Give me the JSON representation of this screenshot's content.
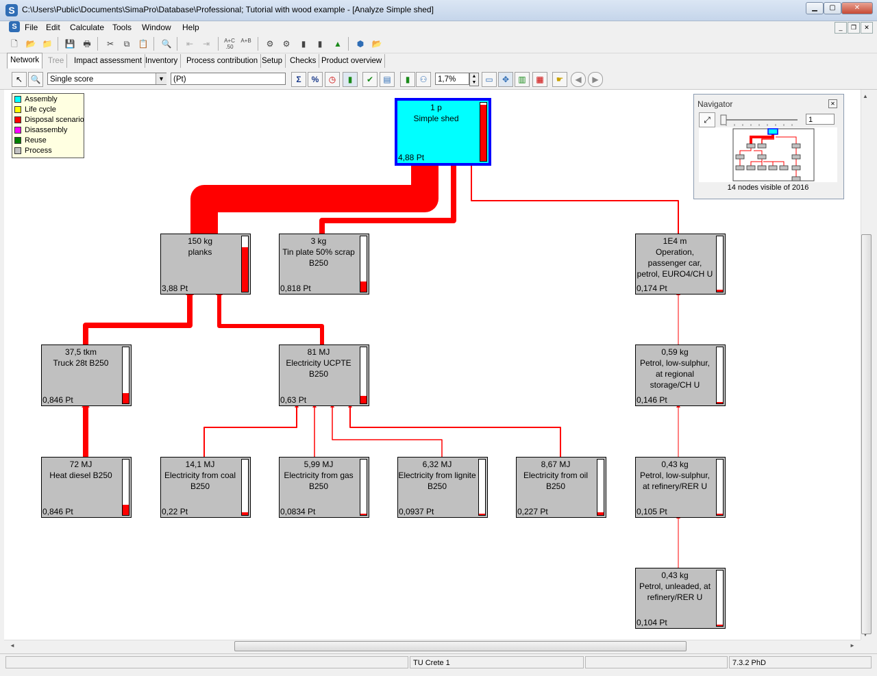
{
  "window": {
    "title": "C:\\Users\\Public\\Documents\\SimaPro\\Database\\Professional; Tutorial with wood example - [Analyze Simple shed]",
    "app_icon": "S"
  },
  "menu": [
    "File",
    "Edit",
    "Calculate",
    "Tools",
    "Window",
    "Help"
  ],
  "tabs": [
    {
      "label": "Network",
      "active": true
    },
    {
      "label": "Tree",
      "disabled": true
    },
    {
      "label": "Impact assessment"
    },
    {
      "label": "Inventory"
    },
    {
      "label": "Process contribution"
    },
    {
      "label": "Setup"
    },
    {
      "label": "Checks"
    },
    {
      "label": "Product overview"
    }
  ],
  "toolbar2": {
    "score_type": "Single score",
    "unit": "(Pt)",
    "cutoff": "1,7%"
  },
  "legend": [
    {
      "label": "Assembly",
      "color": "#00ffff"
    },
    {
      "label": "Life cycle",
      "color": "#ffff00"
    },
    {
      "label": "Disposal scenario",
      "color": "#ff0000"
    },
    {
      "label": "Disassembly",
      "color": "#ff00ff"
    },
    {
      "label": "Reuse",
      "color": "#008000"
    },
    {
      "label": "Process",
      "color": "#c0c0c0"
    }
  ],
  "nodes": {
    "simple_shed": {
      "qty": "1 p",
      "name": "Simple shed",
      "score": "4,88 Pt",
      "fill": 0.97
    },
    "planks": {
      "qty": "150 kg",
      "name": "planks",
      "score": "3,88 Pt",
      "fill": 0.8
    },
    "tin_plate": {
      "qty": "3 kg",
      "name": "Tin plate 50% scrap B250",
      "score": "0,818 Pt",
      "fill": 0.18
    },
    "operation_car": {
      "qty": "1E4 m",
      "name": "Operation, passenger car, petrol, EURO4/CH U",
      "score": "0,174 Pt",
      "fill": 0.04
    },
    "truck": {
      "qty": "37,5 tkm",
      "name": "Truck 28t B250",
      "score": "0,846 Pt",
      "fill": 0.18
    },
    "electricity_ucpte": {
      "qty": "81 MJ",
      "name": "Electricity UCPTE B250",
      "score": "0,63 Pt",
      "fill": 0.14
    },
    "petrol_storage": {
      "qty": "0,59 kg",
      "name": "Petrol, low-sulphur, at regional storage/CH U",
      "score": "0,146 Pt",
      "fill": 0.03
    },
    "heat_diesel": {
      "qty": "72 MJ",
      "name": "Heat diesel B250",
      "score": "0,846 Pt",
      "fill": 0.18
    },
    "elec_coal": {
      "qty": "14,1 MJ",
      "name": "Electricity from coal B250",
      "score": "0,22 Pt",
      "fill": 0.05
    },
    "elec_gas": {
      "qty": "5,99 MJ",
      "name": "Electricity from gas B250",
      "score": "0,0834 Pt",
      "fill": 0.02
    },
    "elec_lignite": {
      "qty": "6,32 MJ",
      "name": "Electricity from lignite B250",
      "score": "0,0937 Pt",
      "fill": 0.02
    },
    "elec_oil": {
      "qty": "8,67 MJ",
      "name": "Electricity from oil B250",
      "score": "0,227 Pt",
      "fill": 0.05
    },
    "petrol_refinery": {
      "qty": "0,43 kg",
      "name": "Petrol, low-sulphur, at refinery/RER U",
      "score": "0,105 Pt",
      "fill": 0.02
    },
    "petrol_unleaded": {
      "qty": "0,43 kg",
      "name": "Petrol, unleaded, at refinery/RER U",
      "score": "0,104 Pt",
      "fill": 0.02
    }
  },
  "navigator": {
    "title": "Navigator",
    "zoom": "1",
    "status": "14 nodes visible of 2016"
  },
  "status": {
    "cell1": "",
    "cell2": "TU Crete 1",
    "cell3": "",
    "cell4": "7.3.2 PhD"
  }
}
